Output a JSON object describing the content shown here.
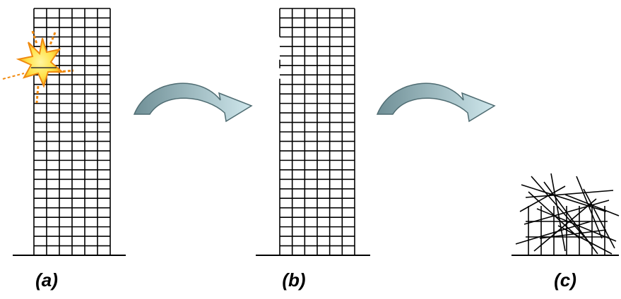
{
  "panels": [
    {
      "id": "a",
      "label": "(a)"
    },
    {
      "id": "b",
      "label": "(b)"
    },
    {
      "id": "c",
      "label": "(c)"
    }
  ],
  "colors": {
    "line": "#000000",
    "arrow_dark": "#6f8f96",
    "arrow_light": "#cfe7ec",
    "explosion_outer": "#f08a10",
    "explosion_inner": "#ffe24a"
  },
  "icons": {
    "explosion": "explosion-icon",
    "transition_arrow": "curved-arrow-icon"
  }
}
